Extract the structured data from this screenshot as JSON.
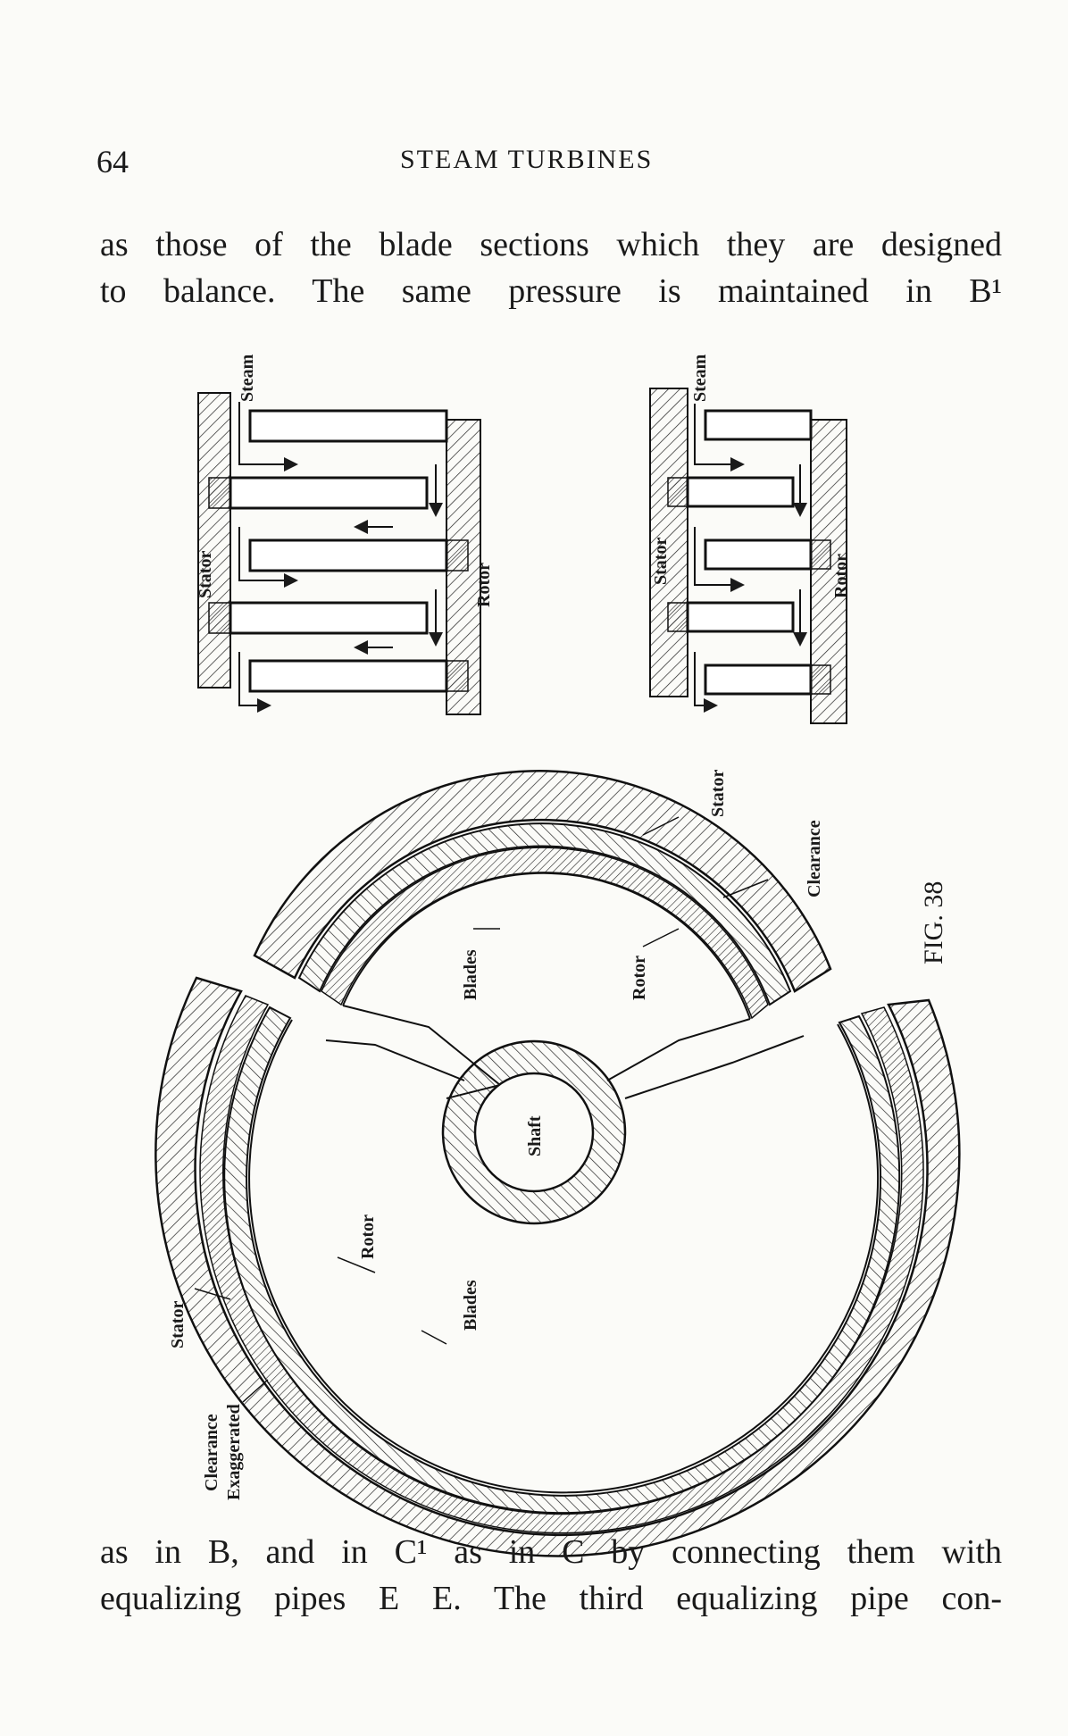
{
  "header": {
    "page_number": "64",
    "running_title": "STEAM TURBINES"
  },
  "paragraph_top": {
    "lines": [
      "as those of the blade sections which they are designed",
      "to balance.  The same pressure is maintained in B¹"
    ]
  },
  "figure": {
    "caption": "FIG. 38",
    "left_detail": {
      "steam": "Steam",
      "stator": "Stator",
      "rotor": "Rotor"
    },
    "right_detail": {
      "steam": "Steam",
      "stator": "Stator",
      "rotor": "Rotor"
    },
    "upper_ring": {
      "stator": "Stator",
      "clearance": "Clearance",
      "rotor": "Rotor",
      "blades": "Blades"
    },
    "lower_ring": {
      "shaft": "Shaft",
      "rotor": "Rotor",
      "blades": "Blades",
      "stator": "Stator",
      "clearance": "Clearance",
      "exaggerated": "Exaggerated"
    }
  },
  "paragraph_bottom": {
    "lines": [
      "as in B, and in C¹ as in C by connecting them with",
      "equalizing pipes E E.  The third equalizing pipe con-"
    ]
  }
}
